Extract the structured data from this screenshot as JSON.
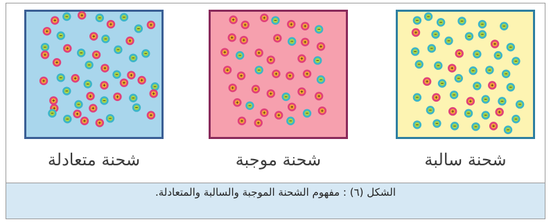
{
  "panels": [
    {
      "key": "neutral",
      "label": "شحنة متعادلة",
      "bg": "#a9d6ec",
      "border": "#3a5f95",
      "particles": [
        [
          "p",
          36,
          6
        ],
        [
          "n",
          54,
          0
        ],
        [
          "p",
          77,
          -2
        ],
        [
          "n",
          104,
          2
        ],
        [
          "p",
          121,
          12
        ],
        [
          "n",
          141,
          1
        ],
        [
          "n",
          163,
          19
        ],
        [
          "p",
          182,
          13
        ],
        [
          "p",
          24,
          23
        ],
        [
          "n",
          45,
          30
        ],
        [
          "p",
          95,
          31
        ],
        [
          "n",
          113,
          35
        ],
        [
          "p",
          150,
          38
        ],
        [
          "n",
          21,
          48
        ],
        [
          "p",
          55,
          50
        ],
        [
          "n",
          76,
          57
        ],
        [
          "p",
          99,
          60
        ],
        [
          "n",
          132,
          52
        ],
        [
          "n",
          155,
          65
        ],
        [
          "n",
          174,
          58
        ],
        [
          "p",
          21,
          60
        ],
        [
          "p",
          39,
          72
        ],
        [
          "n",
          88,
          76
        ],
        [
          "p",
          112,
          81
        ],
        [
          "n",
          130,
          91
        ],
        [
          "p",
          152,
          92
        ],
        [
          "p",
          19,
          101
        ],
        [
          "n",
          45,
          96
        ],
        [
          "p",
          67,
          97
        ],
        [
          "n",
          86,
          106
        ],
        [
          "p",
          111,
          108
        ],
        [
          "p",
          141,
          104
        ],
        [
          "p",
          168,
          100
        ],
        [
          "n",
          188,
          110
        ],
        [
          "n",
          54,
          117
        ],
        [
          "p",
          90,
          125
        ],
        [
          "n",
          111,
          132
        ],
        [
          "p",
          131,
          126
        ],
        [
          "n",
          155,
          128
        ],
        [
          "p",
          186,
          121
        ],
        [
          "p",
          34,
          132
        ],
        [
          "n",
          72,
          138
        ],
        [
          "p",
          94,
          144
        ],
        [
          "p",
          35,
          144
        ],
        [
          "n",
          32,
          152
        ],
        [
          "p",
          70,
          153
        ],
        [
          "n",
          55,
          161
        ],
        [
          "p",
          81,
          164
        ],
        [
          "n",
          160,
          143
        ],
        [
          "p",
          182,
          155
        ],
        [
          "n",
          120,
          160
        ],
        [
          "p",
          104,
          167
        ]
      ]
    },
    {
      "key": "positive",
      "label": "شحنة موجبة",
      "bg": "#f6a0ae",
      "border": "#8a2a5b",
      "particles": [
        [
          "p",
          27,
          5
        ],
        [
          "p",
          45,
          13
        ],
        [
          "p",
          74,
          2
        ],
        [
          "n",
          91,
          6
        ],
        [
          "p",
          115,
          12
        ],
        [
          "p",
          136,
          15
        ],
        [
          "n",
          157,
          20
        ],
        [
          "p",
          25,
          33
        ],
        [
          "p",
          43,
          37
        ],
        [
          "p",
          94,
          34
        ],
        [
          "n",
          116,
          39
        ],
        [
          "p",
          136,
          40
        ],
        [
          "p",
          160,
          47
        ],
        [
          "p",
          14,
          56
        ],
        [
          "n",
          37,
          61
        ],
        [
          "p",
          66,
          57
        ],
        [
          "p",
          84,
          68
        ],
        [
          "p",
          131,
          66
        ],
        [
          "n",
          155,
          69
        ],
        [
          "p",
          18,
          84
        ],
        [
          "p",
          39,
          93
        ],
        [
          "n",
          66,
          84
        ],
        [
          "p",
          92,
          90
        ],
        [
          "p",
          113,
          93
        ],
        [
          "p",
          139,
          90
        ],
        [
          "n",
          160,
          99
        ],
        [
          "p",
          26,
          112
        ],
        [
          "p",
          61,
          114
        ],
        [
          "p",
          84,
          121
        ],
        [
          "n",
          107,
          126
        ],
        [
          "p",
          131,
          118
        ],
        [
          "p",
          157,
          125
        ],
        [
          "p",
          33,
          135
        ],
        [
          "n",
          52,
          140
        ],
        [
          "p",
          74,
          151
        ],
        [
          "p",
          96,
          155
        ],
        [
          "p",
          116,
          142
        ],
        [
          "n",
          139,
          152
        ],
        [
          "p",
          162,
          148
        ],
        [
          "p",
          40,
          164
        ],
        [
          "p",
          65,
          167
        ],
        [
          "n",
          114,
          164
        ]
      ]
    },
    {
      "key": "negative",
      "label": "شحنة سالبة",
      "bg": "#fdf4b2",
      "border": "#2e7fa1",
      "particles": [
        [
          "n",
          22,
          6
        ],
        [
          "n",
          39,
          0
        ],
        [
          "n",
          58,
          9
        ],
        [
          "n",
          90,
          7
        ],
        [
          "n",
          121,
          12
        ],
        [
          "n",
          154,
          15
        ],
        [
          "p",
          20,
          25
        ],
        [
          "n",
          50,
          28
        ],
        [
          "n",
          70,
          38
        ],
        [
          "n",
          101,
          31
        ],
        [
          "n",
          121,
          28
        ],
        [
          "p",
          140,
          43
        ],
        [
          "n",
          164,
          48
        ],
        [
          "n",
          19,
          55
        ],
        [
          "n",
          44,
          50
        ],
        [
          "p",
          86,
          58
        ],
        [
          "n",
          113,
          59
        ],
        [
          "n",
          145,
          61
        ],
        [
          "n",
          172,
          70
        ],
        [
          "n",
          25,
          75
        ],
        [
          "n",
          54,
          77
        ],
        [
          "p",
          75,
          81
        ],
        [
          "n",
          107,
          85
        ],
        [
          "n",
          132,
          84
        ],
        [
          "n",
          157,
          90
        ],
        [
          "p",
          37,
          102
        ],
        [
          "n",
          60,
          105
        ],
        [
          "n",
          85,
          97
        ],
        [
          "n",
          113,
          109
        ],
        [
          "p",
          136,
          108
        ],
        [
          "n",
          164,
          111
        ],
        [
          "n",
          22,
          127
        ],
        [
          "p",
          51,
          127
        ],
        [
          "n",
          78,
          123
        ],
        [
          "p",
          103,
          133
        ],
        [
          "n",
          126,
          130
        ],
        [
          "n",
          151,
          133
        ],
        [
          "n",
          178,
          138
        ],
        [
          "p",
          76,
          149
        ],
        [
          "n",
          42,
          147
        ],
        [
          "n",
          100,
          152
        ],
        [
          "n",
          126,
          155
        ],
        [
          "p",
          147,
          150
        ],
        [
          "n",
          172,
          161
        ],
        [
          "n",
          22,
          170
        ],
        [
          "n",
          52,
          168
        ],
        [
          "n",
          79,
          172
        ],
        [
          "n",
          111,
          173
        ],
        [
          "p",
          138,
          172
        ],
        [
          "n",
          160,
          178
        ]
      ]
    }
  ],
  "caption": "الشكل (٦) : مفهوم الشحنة الموجبة والسالبة والمتعادلة."
}
